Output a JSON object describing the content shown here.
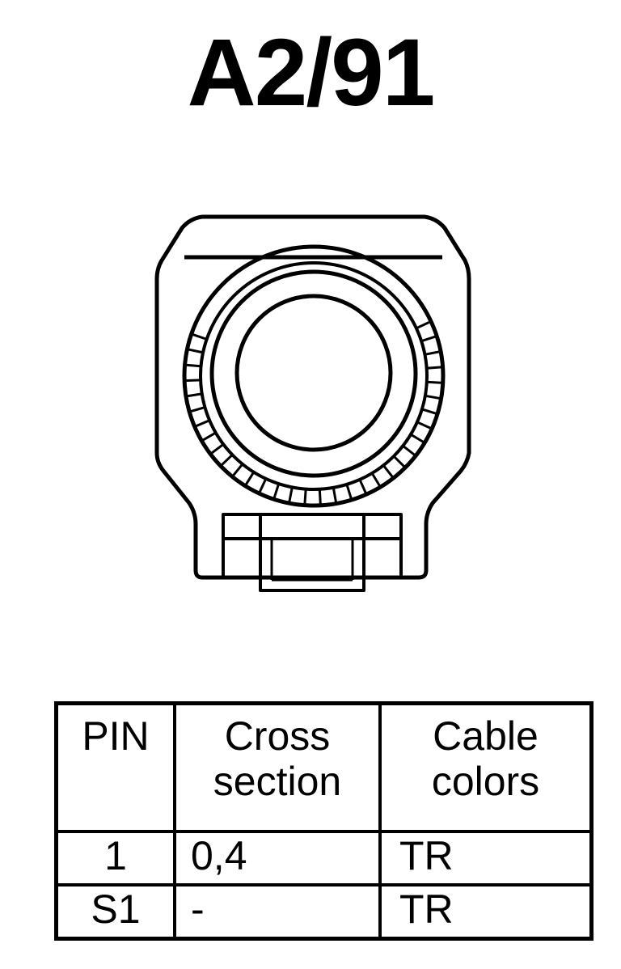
{
  "title": "A2/91",
  "table": {
    "headers": {
      "pin": "PIN",
      "cross_section": [
        "Cross",
        "section"
      ],
      "cable_colors": [
        "Cable",
        "colors"
      ]
    },
    "rows": [
      {
        "pin": "1",
        "cross_section": "0,4",
        "cable_color": "TR"
      },
      {
        "pin": "S1",
        "cross_section": "-",
        "cable_color": "TR"
      }
    ]
  }
}
